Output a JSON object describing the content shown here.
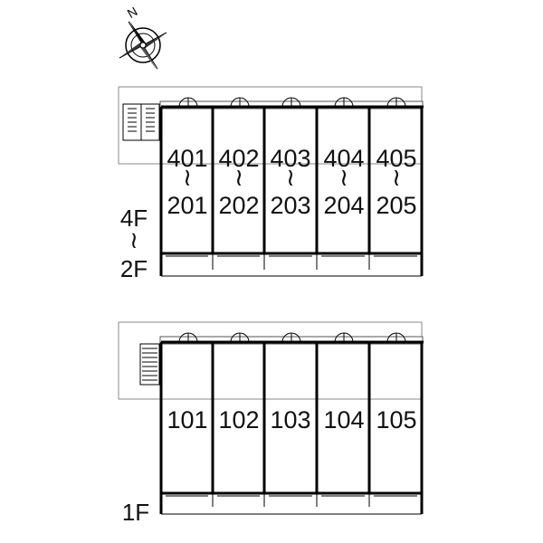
{
  "compass": {
    "north_label": "N",
    "icon": "compass-rose-icon"
  },
  "upper_block": {
    "floor_top": "4F",
    "floor_range_symbol": "≀",
    "floor_bottom": "2F",
    "units": [
      {
        "top": "401",
        "range_symbol": "≀",
        "bottom": "201"
      },
      {
        "top": "402",
        "range_symbol": "≀",
        "bottom": "202"
      },
      {
        "top": "403",
        "range_symbol": "≀",
        "bottom": "203"
      },
      {
        "top": "404",
        "range_symbol": "≀",
        "bottom": "204"
      },
      {
        "top": "405",
        "range_symbol": "≀",
        "bottom": "205"
      }
    ]
  },
  "lower_block": {
    "floor_label": "1F",
    "units": [
      {
        "label": "101"
      },
      {
        "label": "102"
      },
      {
        "label": "103"
      },
      {
        "label": "104"
      },
      {
        "label": "105"
      }
    ]
  }
}
